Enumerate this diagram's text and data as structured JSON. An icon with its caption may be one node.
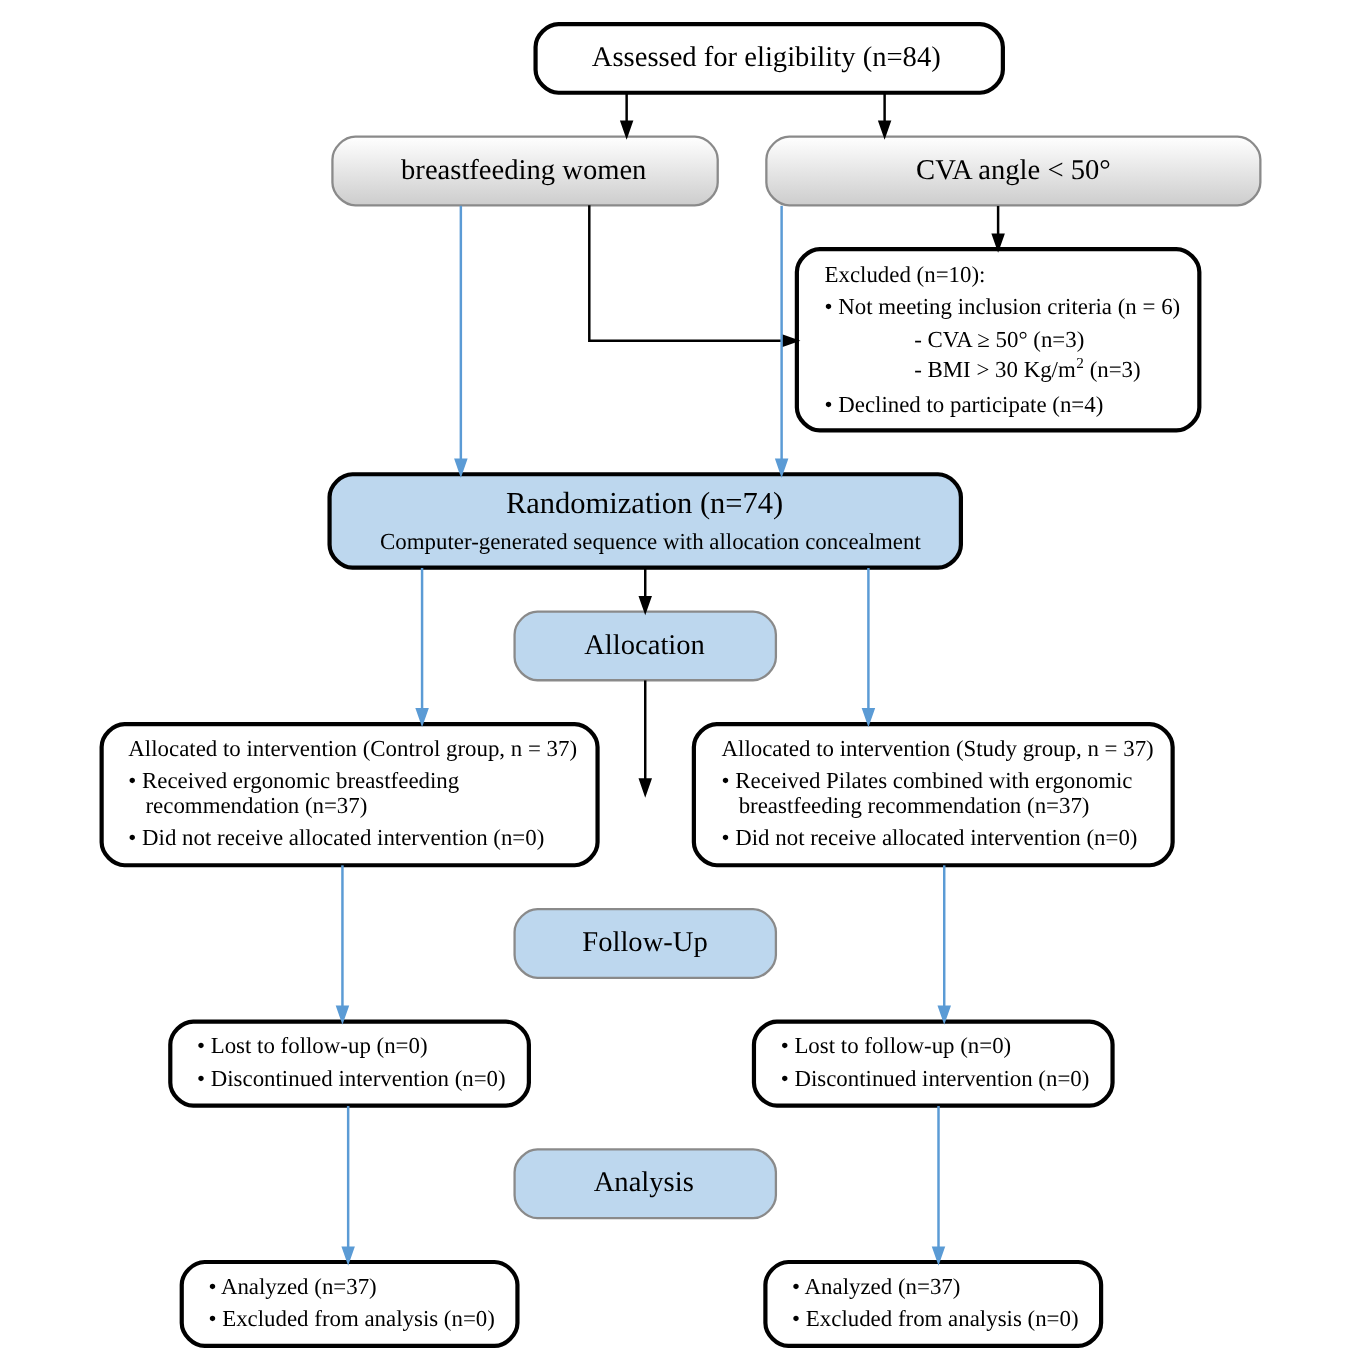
{
  "diagram": {
    "nodes": [
      {
        "text": [
          "Assessed for eligibility (n=84)"
        ]
      },
      {
        "text": [
          "breastfeeding women"
        ]
      },
      {
        "text": [
          "CVA angle < 50°"
        ]
      },
      {
        "text": [
          "Excluded (n=10):",
          "• Not meeting inclusion criteria (n = 6)",
          "- CVA ≥ 50° (n=3)",
          "- BMI > 30 Kg/m$^{2}$ (n=3)",
          "• Declined to participate (n=4)"
        ]
      },
      {
        "text": [
          "Randomization (n=74)",
          "Computer-generated sequence with allocation concealment"
        ]
      },
      {
        "text": [
          "Allocation"
        ]
      },
      {
        "text": [
          "Allocated to intervention (Control group, n = 37)",
          "• Received ergonomic breastfeeding recommendation (n=37)",
          "• Did not receive allocated intervention (n=0)"
        ]
      },
      {
        "text": [
          "Allocated to intervention (Study group, n = 37)",
          "• Received Pilates combined with ergonomic breastfeeding recommendation (n=37)",
          "• Did not receive allocated intervention (n=0)"
        ]
      },
      {
        "text": [
          "Follow-Up"
        ]
      },
      {
        "text": [
          "• Lost to follow-up (n=0)",
          "• Discontinued intervention (n=0)"
        ]
      },
      {
        "text": [
          "• Lost to follow-up (n=0)",
          "• Discontinued intervention (n=0)"
        ]
      },
      {
        "text": [
          "Analysis"
        ]
      },
      {
        "text": [
          "• Analyzed (n=37)",
          "• Excluded from analysis (n=0)"
        ]
      },
      {
        "text": [
          "• Analyzed (n=37)",
          "• Excluded from analysis (n=0)"
        ]
      }
    ],
    "edges": [
      {
        "from": 0,
        "to": 1,
        "arrow": "to",
        "color": "#000000"
      },
      {
        "from": 0,
        "to": 2,
        "arrow": "to",
        "color": "#000000"
      },
      {
        "from": 1,
        "to": 4,
        "arrow": "to"
      },
      {
        "from": 2,
        "to": 4,
        "arrow": "to"
      },
      {
        "from": 1,
        "to": 3,
        "arrow": "to",
        "color": "#000000"
      },
      {
        "from": 2,
        "to": 3,
        "arrow": "to",
        "color": "#000000"
      },
      {
        "from": 4,
        "to": 6,
        "arrow": "to"
      },
      {
        "from": 4,
        "to": 5,
        "arrow": "to",
        "color": "#000000"
      },
      {
        "from": 4,
        "to": 7,
        "arrow": "to"
      },
      {
        "from": 5,
        "to": null,
        "arrow": "to",
        "color": "#000000"
      },
      {
        "from": 6,
        "to": 9,
        "arrow": "to"
      },
      {
        "from": 7,
        "to": 10,
        "arrow": "to"
      },
      {
        "from": 9,
        "to": 12,
        "arrow": "to"
      },
      {
        "from": 10,
        "to": 13,
        "arrow": "to"
      }
    ]
  }
}
